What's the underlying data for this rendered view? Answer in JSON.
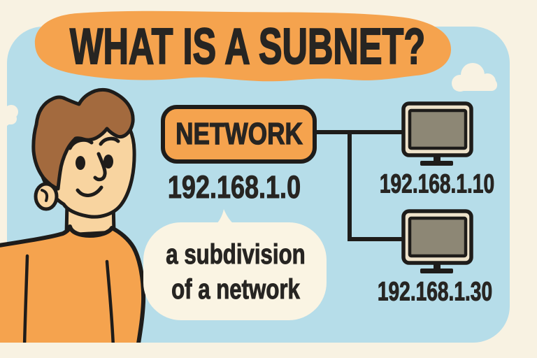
{
  "title": "WHAT IS A SUBNET?",
  "network": {
    "label": "NETWORK",
    "ip": "192.168.1.0"
  },
  "devices": [
    {
      "icon": "monitor-icon",
      "ip": "192.168.1.10"
    },
    {
      "icon": "monitor-icon",
      "ip": "192.168.1.30"
    }
  ],
  "speech_bubble": {
    "line1": "a subdivision",
    "line2": "of a network"
  },
  "illustrations": {
    "person": "person-illustration",
    "clouds": [
      "cloud-icon-left",
      "cloud-icon-top-right"
    ]
  },
  "colors": {
    "background": "#f8f2e2",
    "sky": "#b6dde9",
    "accent_orange": "#f5a34e",
    "outline": "#1e1c1a",
    "text": "#272522",
    "screen": "#8d8775",
    "bezel": "#eee2ca",
    "bubble": "#faf4e3",
    "hair": "#a36a3e",
    "skin": "#f8d4a0"
  }
}
